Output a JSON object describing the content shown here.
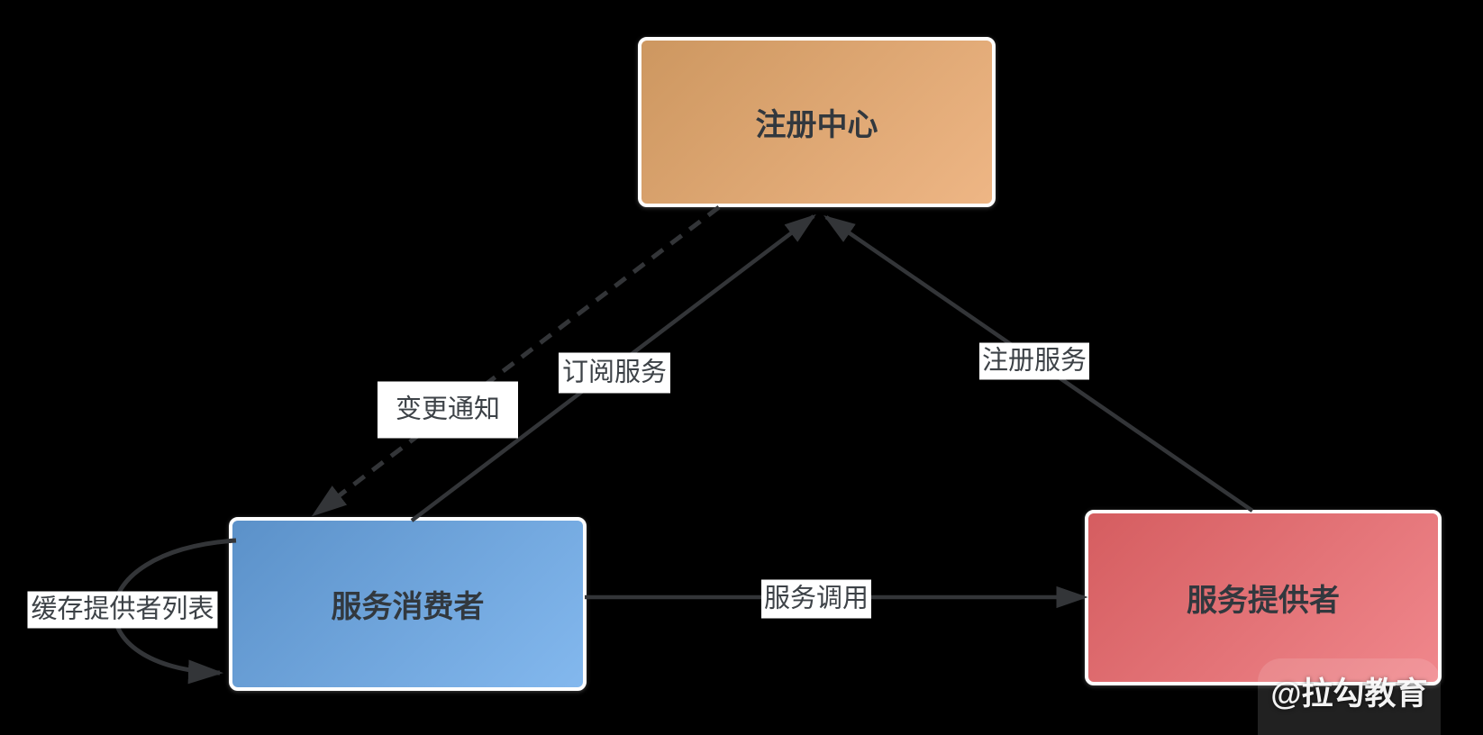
{
  "diagram": {
    "type": "architecture-diagram",
    "nodes": {
      "registry": {
        "label": "注册中心",
        "fill_start": "#cd9760",
        "fill_end": "#eeb685",
        "border": "#ffffff",
        "text_color": "#32383e"
      },
      "consumer": {
        "label": "服务消费者",
        "fill_start": "#5b91c9",
        "fill_end": "#83b8ee",
        "border": "#ffffff",
        "text_color": "#32383e"
      },
      "provider": {
        "label": "服务提供者",
        "fill_start": "#d55d60",
        "fill_end": "#f0878c",
        "border": "#ffffff",
        "text_color": "#32383e"
      }
    },
    "edges": {
      "subscribe": {
        "label": "订阅服务",
        "from": "consumer",
        "to": "registry",
        "line_style": "solid"
      },
      "notify": {
        "label": "变更通知",
        "from": "registry",
        "to": "consumer",
        "line_style": "dashed"
      },
      "register": {
        "label": "注册服务",
        "from": "provider",
        "to": "registry",
        "line_style": "solid"
      },
      "invoke": {
        "label": "服务调用",
        "from": "consumer",
        "to": "provider",
        "line_style": "solid"
      },
      "cache": {
        "label": "缓存提供者列表",
        "from": "consumer",
        "to": "consumer",
        "line_style": "curved-self-loop"
      }
    },
    "watermark": {
      "text": "@拉勾教育"
    },
    "colors": {
      "background": "#000000",
      "arrow": "#333538",
      "edge_label_bg": "#ffffff",
      "edge_label_text": "#3d4247",
      "watermark_text": "#ffffff"
    }
  }
}
